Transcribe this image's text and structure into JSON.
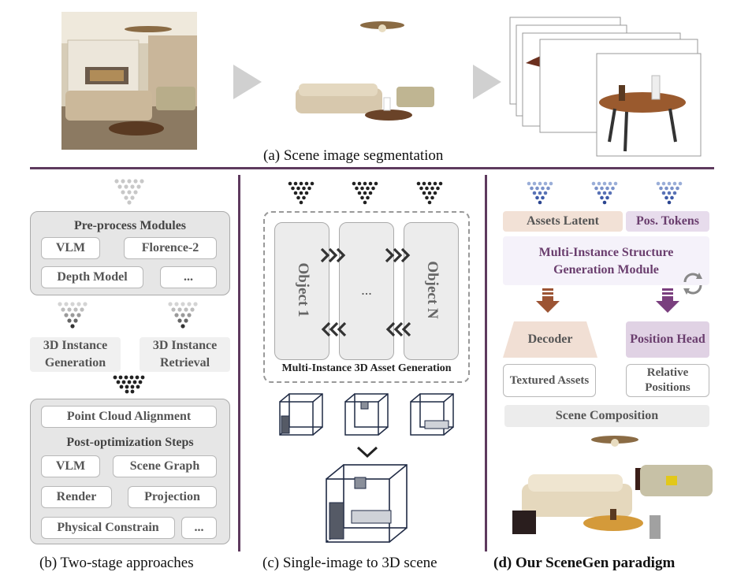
{
  "top": {
    "caption": "(a) Scene image segmentation"
  },
  "panel_b": {
    "preprocess_title": "Pre-process Modules",
    "preprocess_chips": [
      "VLM",
      "Florence-2",
      "Depth Model",
      "..."
    ],
    "instance_generation": "3D Instance Generation",
    "instance_retrieval": "3D Instance Retrieval",
    "point_cloud_alignment": "Point Cloud Alignment",
    "postopt_title": "Post-optimization Steps",
    "postopt_chips": [
      "VLM",
      "Scene Graph",
      "Render",
      "Projection",
      "Physical Constrain",
      "..."
    ],
    "caption": "(b) Two-stage approaches"
  },
  "panel_c": {
    "object_first": "Object 1",
    "object_mid": "...",
    "object_last": "Object N",
    "group_label": "Multi-Instance 3D Asset Generation",
    "caption": "(c) Single-image to 3D scene"
  },
  "panel_d": {
    "assets_latent": "Assets Latent",
    "pos_tokens": "Pos. Tokens",
    "module_title": "Multi-Instance Structure Generation Module",
    "decoder": "Decoder",
    "position_head": "Position Head",
    "textured_assets": "Textured Assets",
    "relative_positions": "Relative Positions",
    "scene_composition": "Scene Composition",
    "caption": "(d) Our SceneGen paradigm"
  },
  "colors": {
    "divider": "#5e3a5e",
    "assets_latent_bg": "#f2e1d6",
    "pos_tokens_bg": "#e7dcec",
    "module_bg": "#f5f2fa",
    "decoder_bg": "#f1dfd4",
    "position_head_bg": "#e0d2e4",
    "arrow_brown": "#9c5434",
    "arrow_purple": "#7a3f7e",
    "token_blue": "#3d5aa8"
  }
}
